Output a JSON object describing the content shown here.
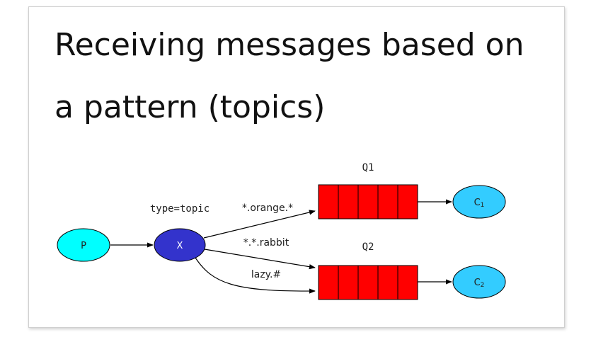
{
  "slide": {
    "title": "Receiving messages based on a pattern (topics)"
  },
  "diagram": {
    "producer": {
      "label": "P",
      "color": "#00ffff"
    },
    "exchange": {
      "label": "X",
      "type_label": "type=topic",
      "color": "#3333cc"
    },
    "queues": [
      {
        "label": "Q1",
        "color": "#ff0000",
        "cells": 5
      },
      {
        "label": "Q2",
        "color": "#ff0000",
        "cells": 5
      }
    ],
    "consumers": [
      {
        "label": "C",
        "subscript": "1",
        "color": "#33ccff"
      },
      {
        "label": "C",
        "subscript": "2",
        "color": "#33ccff"
      }
    ],
    "bindings": [
      {
        "key": "*.orange.*",
        "to": "Q1"
      },
      {
        "key": "*.*.rabbit",
        "to": "Q2"
      },
      {
        "key": "lazy.#",
        "to": "Q2"
      }
    ]
  }
}
